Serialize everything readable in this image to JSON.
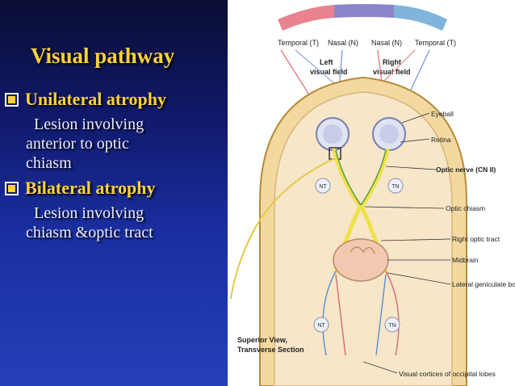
{
  "slide": {
    "title": "Visual pathway",
    "bullets": [
      {
        "heading": "Unilateral  atrophy",
        "body": [
          "Lesion involving",
          "anterior to optic",
          "chiasm"
        ]
      },
      {
        "heading": "Bilateral atrophy",
        "body": [
          "Lesion involving",
          "chiasm &optic tract"
        ]
      }
    ]
  },
  "diagram": {
    "top_labels": {
      "temporal_left": "Temporal (T)",
      "nasal_left": "Nasal (N)",
      "nasal_right": "Nasal (N)",
      "temporal_right": "Temporal (T)"
    },
    "field_labels": {
      "left_line1": "Left",
      "left_line2": "visual field",
      "right_line1": "Right",
      "right_line2": "visual field"
    },
    "callouts": {
      "eyeball": "Eyeball",
      "retina": "Retina",
      "optic_nerve": "Optic nerve (CN II)",
      "optic_chiasm": "Optic chiasm",
      "right_optic_tract": "Right optic tract",
      "midbrain": "Midbrain",
      "lgb": "Lateral geniculate body",
      "visual_cortex": "Visual cortices of occipital lobes"
    },
    "markers": {
      "nt": "NT",
      "tn": "TN"
    },
    "caption_line1": "Superior View,",
    "caption_line2": "Transverse Section",
    "colors": {
      "temporal_band": "#e8838f",
      "nasal_band": "#8b86c9",
      "temporal_right_band": "#7fb4dd",
      "skull": "#f3d9a0",
      "brain": "#f7e6c8",
      "pathway": "#f0e04a"
    }
  }
}
